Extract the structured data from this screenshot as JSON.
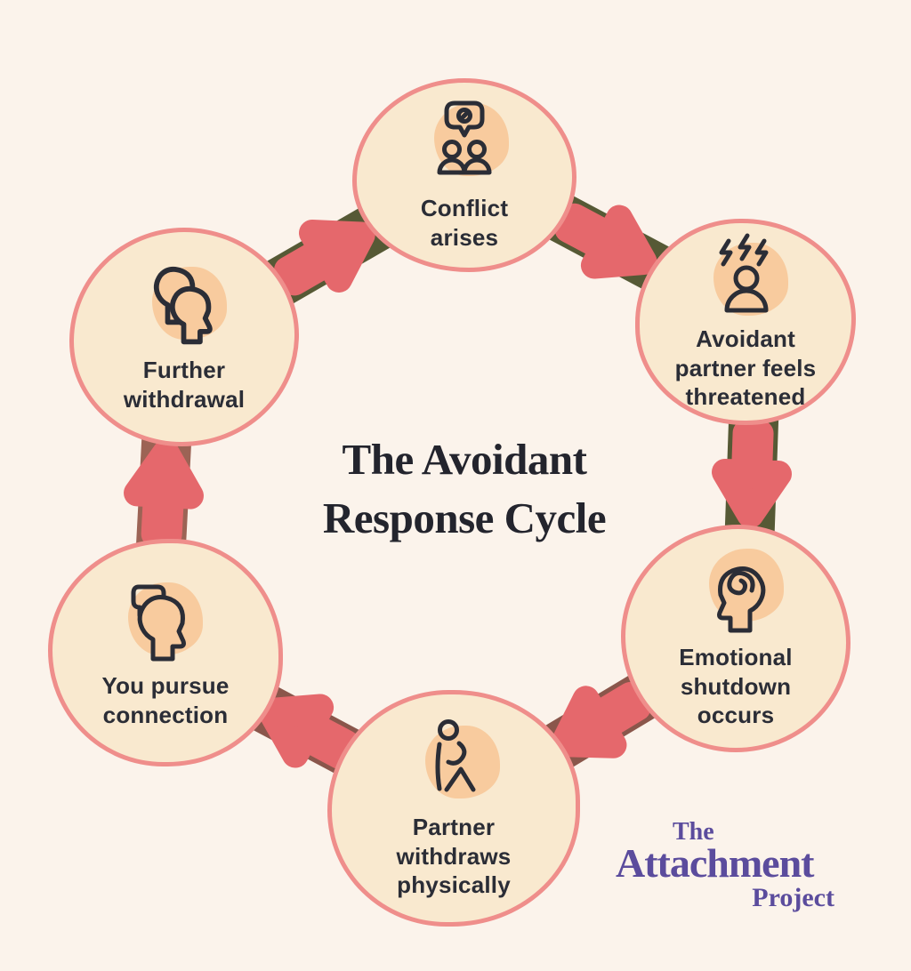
{
  "title": {
    "full": "The Avoidant Response Cycle",
    "line1": "The Avoidant",
    "line2": "Response Cycle"
  },
  "nodes": [
    {
      "label": "Conflict arises",
      "icon": "speech-bubble-no-symbol-two-people-icon"
    },
    {
      "label": "Avoidant partner feels threatened",
      "icon": "person-lightning-bolts-icon"
    },
    {
      "label": "Emotional shutdown occurs",
      "icon": "head-profile-spiral-icon"
    },
    {
      "label": "Partner withdraws physically",
      "icon": "hunched-person-icon"
    },
    {
      "label": "You pursue connection",
      "icon": "head-profile-speech-bubble-icon"
    },
    {
      "label": "Further withdrawal",
      "icon": "two-head-profiles-icon"
    }
  ],
  "logo": {
    "line1": "The",
    "line2": "Attachment",
    "line3": "Project"
  },
  "colors": {
    "background": "#FBF3EB",
    "circle_fill": "#F9E9CF",
    "circle_border": "#EF8E8B",
    "icon_blob": "#F8CB9E",
    "icon_stroke": "#2B2D36",
    "arrow": "#E5686C",
    "band_olive": "#565935",
    "band_brown": "#8A564B",
    "band_brown_light": "#9C6355",
    "title_text": "#23242D",
    "label_text": "#2B2D36",
    "logo_purple": "#5B4C9D"
  }
}
